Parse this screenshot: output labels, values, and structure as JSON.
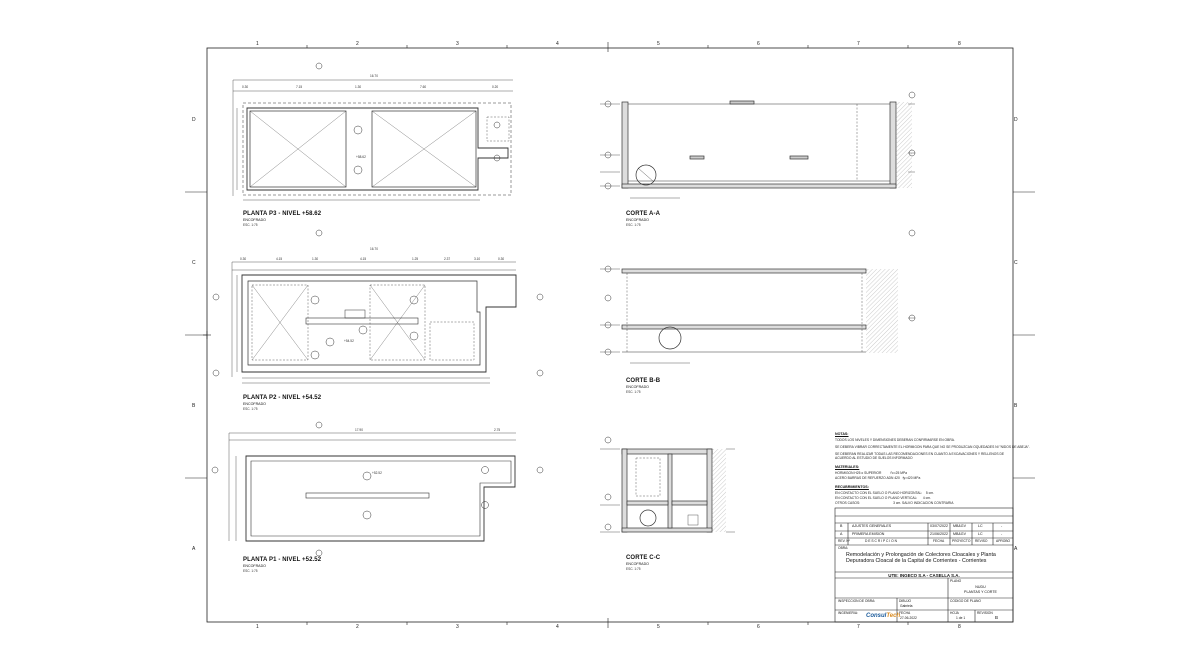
{
  "grid": {
    "columns": [
      "1",
      "2",
      "3",
      "4",
      "5",
      "6",
      "7",
      "8"
    ],
    "rows": [
      "D",
      "C",
      "B",
      "A"
    ]
  },
  "views": {
    "p3": {
      "title": "PLANTA P3 - NIVEL +58.62",
      "sub": "ENCOFRADO",
      "scale": "ESC. 1:75"
    },
    "p2": {
      "title": "PLANTA P2 - NIVEL +54.52",
      "sub": "ENCOFRADO",
      "scale": "ESC. 1:75"
    },
    "p1": {
      "title": "PLANTA P1 - NIVEL +52.52",
      "sub": "ENCOFRADO",
      "scale": "ESC. 1:75"
    },
    "aa": {
      "title": "CORTE A-A",
      "sub": "ENCOFRADO",
      "scale": "ESC. 1:75"
    },
    "bb": {
      "title": "CORTE B-B",
      "sub": "ENCOFRADO",
      "scale": "ESC. 1:75"
    },
    "cc": {
      "title": "CORTE C-C",
      "sub": "ENCOFRADO",
      "scale": "ESC. 1:75"
    }
  },
  "dims": {
    "p3_top": "16.70",
    "p3_segs": [
      "0.30",
      "7.15",
      "1.30",
      "7.60",
      "0.20"
    ],
    "p2_top": "16.70",
    "p2_segs": [
      "0.30",
      "4.15",
      "1.30",
      "4.15",
      "1.25",
      "2.37",
      "3.10",
      "0.30"
    ],
    "p1_top": "17.90",
    "p1_right": "2.75",
    "levels": [
      "+58.62",
      "+54.52",
      "+52.52"
    ]
  },
  "notes": {
    "heading": "NOTAS:",
    "lines": [
      "TODOS LOS NIVELES Y DIMENSIONES DEBERAN CONFIRMARSE EN OBRA.",
      "SE DEBERA VIBRAR CORRECTAMENTE EL HORMIGON PARA QUE NO SE PRODUZCAN OQUEDADES NI \"NIDOS DE ABEJA\".",
      "SE DEBERAN REALIZAR TODAS LAS RECOMENDACIONES EN CUANTO A EXCAVACIONES Y RELLENOS DE ACUERDO AL ESTUDIO DE SUELOS INFORMADO"
    ],
    "materials_heading": "MATERIALES:",
    "materials": [
      "HORMIGON H25 o SUPERIOR          f'c=25 MPa",
      "ACERO BARRAS DE REFUERZO ADN 420   fy=420 MPa"
    ],
    "cover_heading": "RECUBRIMIENTOS:",
    "cover": [
      "EN CONTACTO CON EL SUELO O PLANO HORIZONTAL:    5 cm.",
      "EN CONTACTO CON EL SUELO O PLANO VERTICAL:      4 cm.",
      "OTROS CASOS:                                    3 cm. SALVO INDICACION CONTRARIA"
    ]
  },
  "revisions": {
    "rows": [
      {
        "rev": "B",
        "desc": "AJUSTES GENERALES",
        "date": "03/07/2022",
        "by": "MB&GV",
        "chk": "LC",
        "app": "-"
      },
      {
        "rev": "A",
        "desc": "PRIMERA EMISION",
        "date": "21/06/2022",
        "by": "MB&GV",
        "chk": "LC",
        "app": "-"
      }
    ],
    "header": {
      "rev": "REV. Nº",
      "desc": "D E S C R I P C I O N",
      "date": "FECHA",
      "by": "PROYECTO",
      "chk": "REVISO",
      "app": "APROBO"
    }
  },
  "titleblock": {
    "obra_label": "OBRA:",
    "obra": "Remodelación y Prolongación de Colectores Cloacales y  Planta Depuradora Cloacal de la Capital de Corrientes - Corrientes",
    "ute": "UTE: INGECO S.A - CASELLA S.A.",
    "plano_label": "PLANO",
    "plano_1": "NUDU",
    "plano_2": "PLANTAS Y CORTE",
    "inspeccion_label": "INSPECCION DE OBRA:",
    "dibujo_label": "DIBUJO",
    "dibujo": "Gabriela",
    "codigo_label": "CODIGO DE PLANO",
    "ingenieria_label": "INGENIERIA:",
    "fecha_label": "FECHA",
    "fecha": "27-06-2022",
    "hoja_label": "HOJA",
    "hoja": "1 de 1",
    "revision_label": "REVISION",
    "revision": "B",
    "logo_a": "Consul",
    "logo_b": "Tech"
  }
}
